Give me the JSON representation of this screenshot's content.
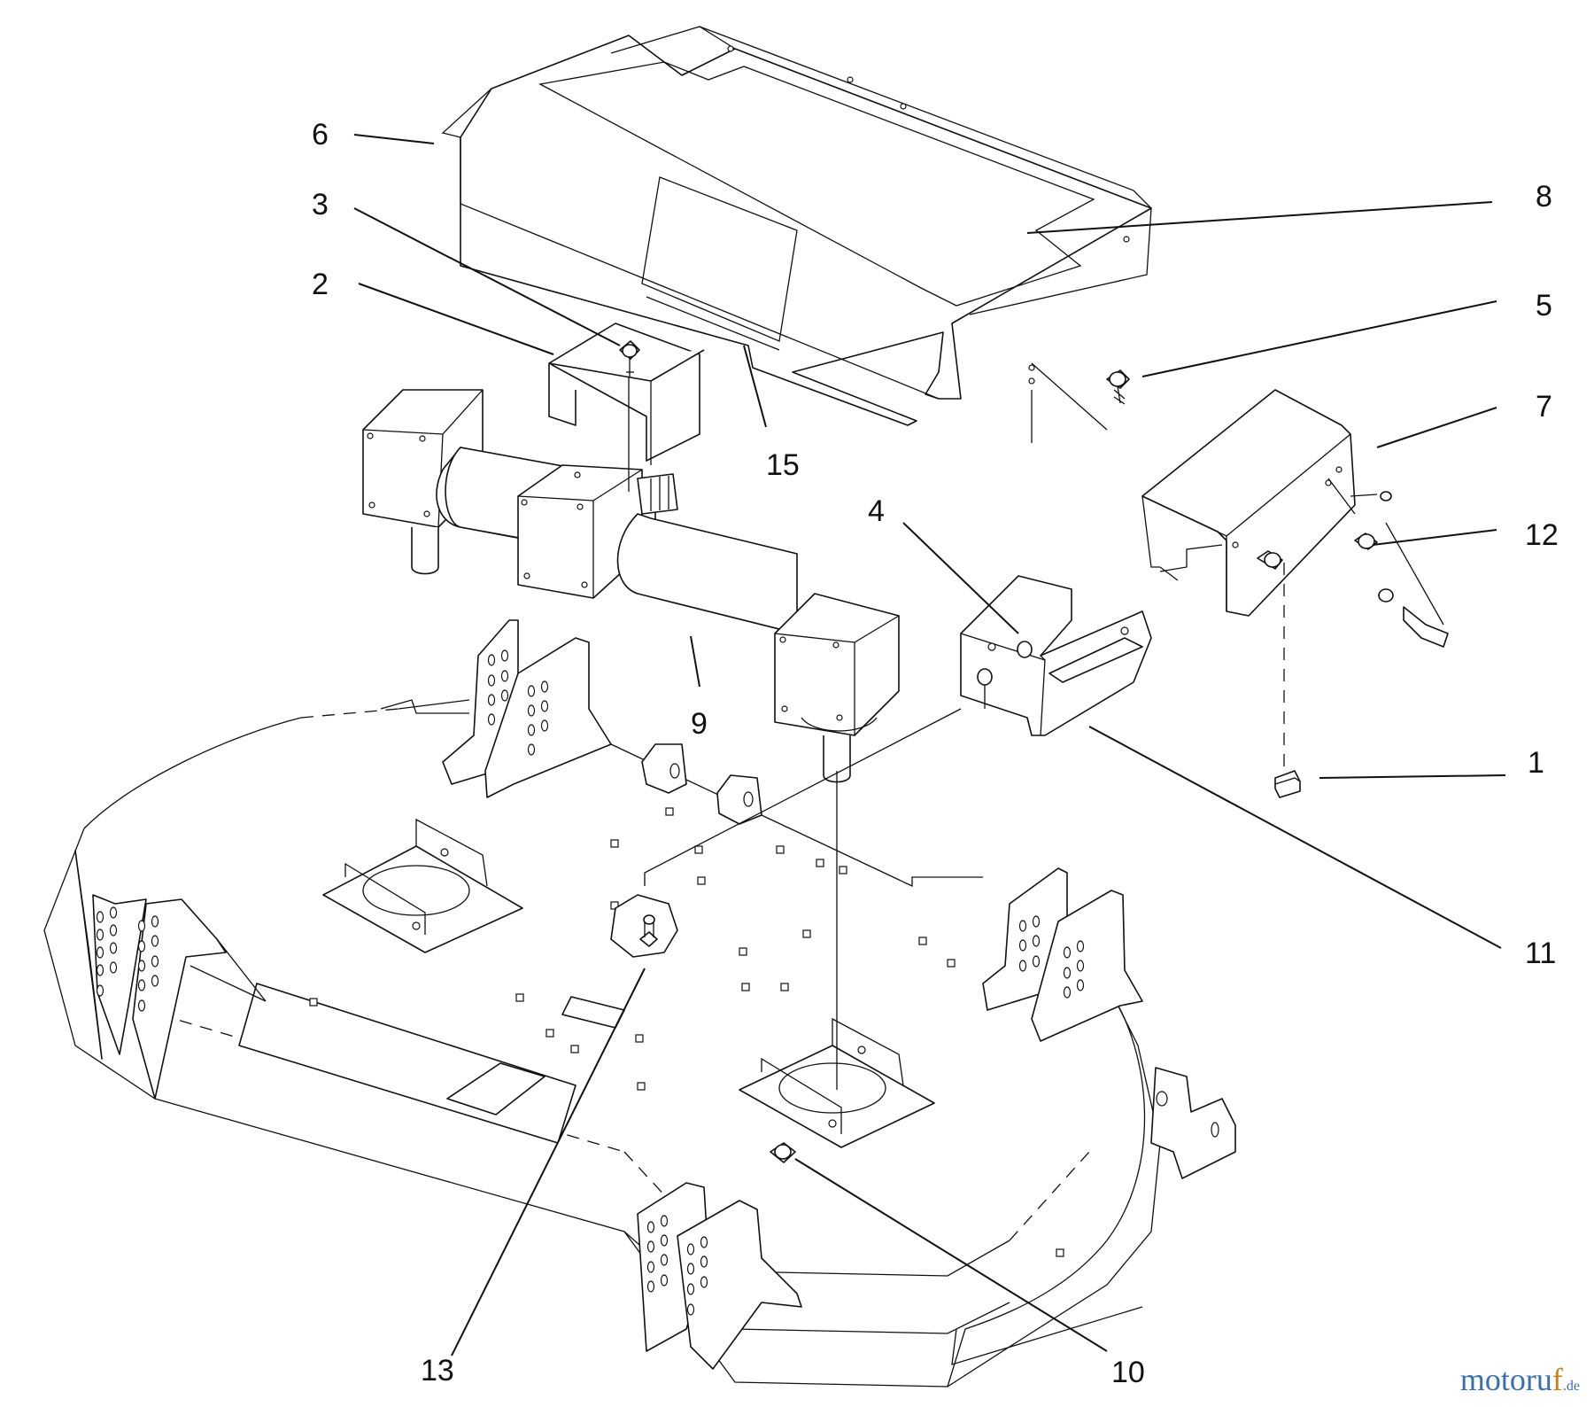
{
  "diagram": {
    "callouts": [
      {
        "id": "c1",
        "label": "1"
      },
      {
        "id": "c2",
        "label": "2"
      },
      {
        "id": "c3",
        "label": "3"
      },
      {
        "id": "c4",
        "label": "4"
      },
      {
        "id": "c5",
        "label": "5"
      },
      {
        "id": "c6",
        "label": "6"
      },
      {
        "id": "c7",
        "label": "7"
      },
      {
        "id": "c8",
        "label": "8"
      },
      {
        "id": "c9",
        "label": "9"
      },
      {
        "id": "c10",
        "label": "10"
      },
      {
        "id": "c11",
        "label": "11"
      },
      {
        "id": "c12",
        "label": "12"
      },
      {
        "id": "c13",
        "label": "13"
      },
      {
        "id": "c15",
        "label": "15"
      }
    ]
  },
  "watermark": {
    "text_main": "motoru",
    "text_f": "f",
    "text_tld": ".de"
  },
  "colors": {
    "line": "#111111",
    "background": "#ffffff",
    "watermark_blue": "#3a6fb0",
    "watermark_orange": "#c9821f"
  }
}
